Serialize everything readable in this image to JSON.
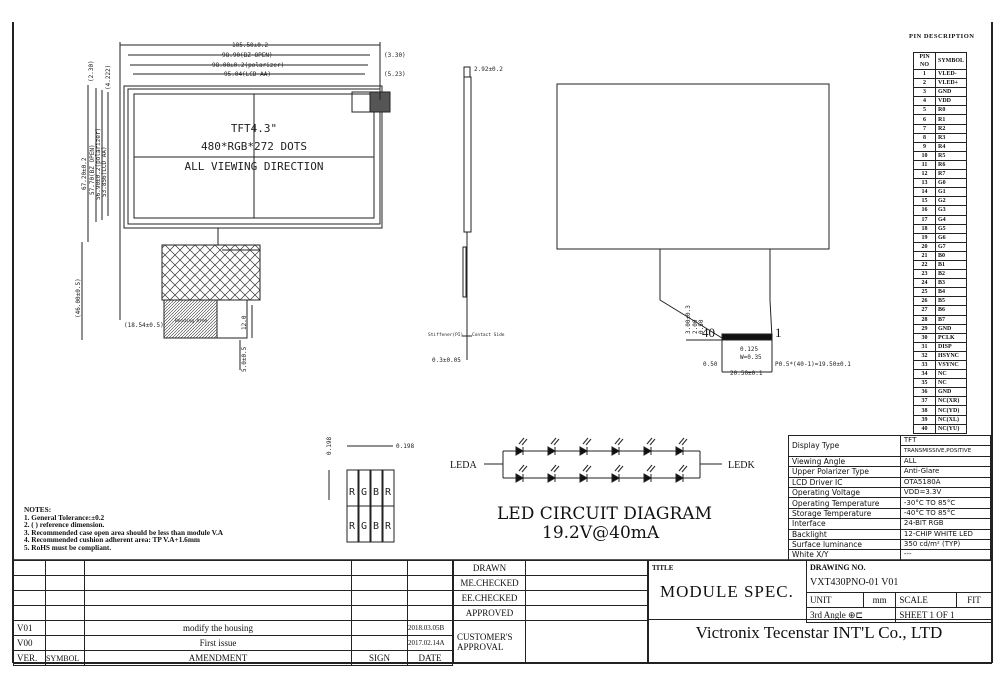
{
  "front_view": {
    "dims_top": [
      "105.50±0.2",
      "98.90(BZ OPEN)",
      "98.00±0.2(polarizer)",
      "95.04(LCD AA)",
      "(3.30)",
      "(5.23)"
    ],
    "dims_left": [
      "(2.30)",
      "(4.222)",
      "67.20±0.2",
      "57.70(BZ OPEN)",
      "56.90±0.2(polarizer)",
      "53.856(LCD AA)",
      "(46.00±0.5)"
    ],
    "dims_bottom": [
      "(18.54±0.5)",
      "12.0",
      "5.0±0.5"
    ],
    "bending_area": "Bending Area",
    "panel_text": [
      "TFT4.3\"",
      "480*RGB*272 DOTS",
      "ALL VIEWING DIRECTION"
    ]
  },
  "side_view": {
    "thickness": "2.92±0.2",
    "fpc_thickness": "0.3±0.05",
    "stiffener": "Stiffener(PI)",
    "contact_side": "Contact Side"
  },
  "rear_view": {
    "pin_left": "40",
    "pin_right": "1",
    "dims": [
      "3.00±0.3",
      "2.00",
      "0.50",
      "0.125",
      "W=0.35",
      "0.50",
      "20.50±0.1",
      "P0.5*(40-1)=19.50±0.1"
    ]
  },
  "pixel_detail": {
    "pitch_v": "0.198",
    "pitch_h": "0.198",
    "cells": [
      "R",
      "G",
      "B",
      "R",
      "R",
      "G",
      "B",
      "R"
    ]
  },
  "notes": {
    "title": "NOTES:",
    "items": [
      "1. General Tolerance:±0.2",
      "2. ( ) reference dimension.",
      "3. Recommended case open area should be less than module V.A",
      "4. Recommended cushion adherent area: TP V.A+1.6mm",
      "5. RoHS must be compliant."
    ]
  },
  "led_circuit": {
    "anode": "LEDA",
    "cathode": "LEDK",
    "title": "LED CIRCUIT DIAGRAM",
    "rating": "19.2V@40mA",
    "leds_per_string": 6,
    "strings": 2
  },
  "pin_description": {
    "title": "PIN DESCRIPTION",
    "headers": [
      "PIN NO",
      "SYMBOL"
    ],
    "pins": [
      [
        "1",
        "VLED-"
      ],
      [
        "2",
        "VLED+"
      ],
      [
        "3",
        "GND"
      ],
      [
        "4",
        "VDD"
      ],
      [
        "5",
        "R0"
      ],
      [
        "6",
        "R1"
      ],
      [
        "7",
        "R2"
      ],
      [
        "8",
        "R3"
      ],
      [
        "9",
        "R4"
      ],
      [
        "10",
        "R5"
      ],
      [
        "11",
        "R6"
      ],
      [
        "12",
        "R7"
      ],
      [
        "13",
        "G0"
      ],
      [
        "14",
        "G1"
      ],
      [
        "15",
        "G2"
      ],
      [
        "16",
        "G3"
      ],
      [
        "17",
        "G4"
      ],
      [
        "18",
        "G5"
      ],
      [
        "19",
        "G6"
      ],
      [
        "20",
        "G7"
      ],
      [
        "21",
        "B0"
      ],
      [
        "22",
        "B1"
      ],
      [
        "23",
        "B2"
      ],
      [
        "24",
        "B3"
      ],
      [
        "25",
        "B4"
      ],
      [
        "26",
        "B5"
      ],
      [
        "27",
        "B6"
      ],
      [
        "28",
        "B7"
      ],
      [
        "29",
        "GND"
      ],
      [
        "30",
        "PCLK"
      ],
      [
        "31",
        "DISP"
      ],
      [
        "32",
        "HSYNC"
      ],
      [
        "33",
        "VSYNC"
      ],
      [
        "34",
        "NC"
      ],
      [
        "35",
        "NC"
      ],
      [
        "36",
        "GND"
      ],
      [
        "37",
        "NC(XR)"
      ],
      [
        "38",
        "NC(YD)"
      ],
      [
        "39",
        "NC(XL)"
      ],
      [
        "40",
        "NC(YU)"
      ]
    ]
  },
  "specs": [
    [
      "Display Type",
      "TFT"
    ],
    [
      "",
      "TRANSMISSIVE,POSITIVE"
    ],
    [
      "Viewing Angle",
      "ALL"
    ],
    [
      "Upper Polarizer Type",
      "Anti-Glare"
    ],
    [
      "LCD Driver IC",
      "OTA5180A"
    ],
    [
      "Operating Voltage",
      "VDD=3.3V"
    ],
    [
      "Operating Temperature",
      "-30°C  TO  85°C"
    ],
    [
      "Storage Temperature",
      "-40°C  TO  85°C"
    ],
    [
      "Interface",
      "24-BIT RGB"
    ],
    [
      "Backlight",
      "12-CHIP WHITE LED"
    ],
    [
      "Surface luminance",
      "350 cd/m² (TYP)"
    ],
    [
      "White X/Y",
      "---"
    ]
  ],
  "revision_block": {
    "rows": [
      {
        "ver": "V01",
        "symbol": "",
        "amendment": "modify the housing",
        "sign": "",
        "date": "2018.03.05B"
      },
      {
        "ver": "V00",
        "symbol": "",
        "amendment": "First issue",
        "sign": "",
        "date": "2017.02.14A"
      }
    ],
    "headers": {
      "ver": "VER.",
      "symbol": "SYMBOL",
      "amendment": "AMENDMENT",
      "sign": "SIGN",
      "date": "DATE"
    },
    "approvals": [
      "DRAWN",
      "ME.CHECKED",
      "EE.CHECKED",
      "APPROVED"
    ],
    "customer_approval": "CUSTOMER'S APPROVAL"
  },
  "title_block": {
    "title_label": "TITLE",
    "title": "MODULE SPEC.",
    "drawing_no_label": "DRAWING NO.",
    "drawing_no": "VXT430PNO-01 V01",
    "unit_label": "UNIT",
    "unit": "mm",
    "scale_label": "SCALE",
    "scale": "FIT",
    "projection": "3rd Angle",
    "sheet": "SHEET  1  OF  1",
    "company": "Victronix Tecenstar INT'L Co., LTD"
  }
}
